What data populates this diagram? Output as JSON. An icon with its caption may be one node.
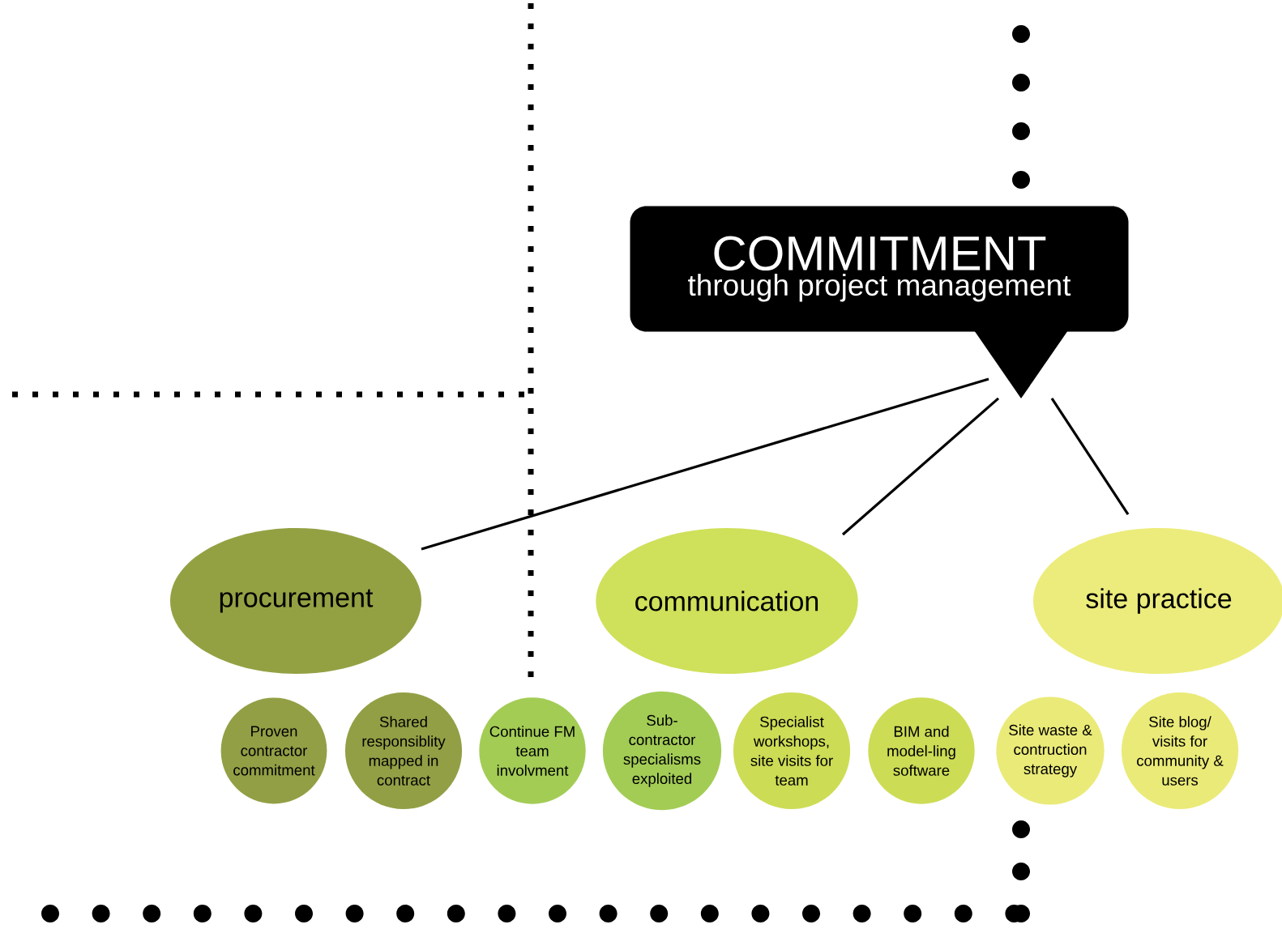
{
  "diagram": {
    "nodes": [
      {
        "text": [
          "COMMITMENT",
          "through project management"
        ]
      },
      {
        "text": [
          "procurement"
        ]
      },
      {
        "text": [
          "communication"
        ]
      },
      {
        "text": [
          "site practice"
        ]
      },
      {
        "text": [
          "Proven contractor commitment"
        ]
      },
      {
        "text": [
          "Shared responsiblity mapped in contract"
        ]
      },
      {
        "text": [
          "Continue FM team involvment"
        ]
      },
      {
        "text": [
          "Sub-contractor specialisms exploited"
        ]
      },
      {
        "text": [
          "Specialist workshops, site visits for team"
        ]
      },
      {
        "text": [
          "BIM and model-ling software"
        ]
      },
      {
        "text": [
          "Site waste & contruction strategy"
        ]
      },
      {
        "text": [
          "Site blog/ visits for community & users"
        ]
      }
    ],
    "edges": [
      {
        "from": 0,
        "to": 1,
        "arrow": "none"
      },
      {
        "from": 0,
        "to": 2,
        "arrow": "none"
      },
      {
        "from": 0,
        "to": 3,
        "arrow": "none"
      }
    ]
  }
}
